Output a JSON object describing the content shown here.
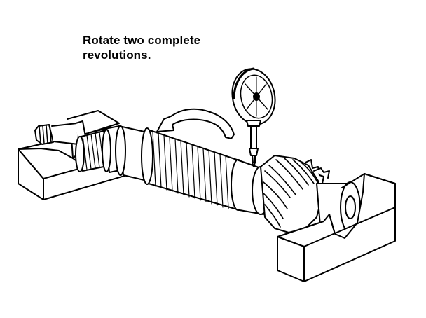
{
  "caption": {
    "line1": "Rotate two complete",
    "line2": "revolutions."
  },
  "figure": {
    "components": [
      "left-v-block",
      "right-v-block",
      "shaft",
      "spline-section",
      "helical-gear",
      "dial-indicator",
      "rotation-arrow"
    ]
  }
}
